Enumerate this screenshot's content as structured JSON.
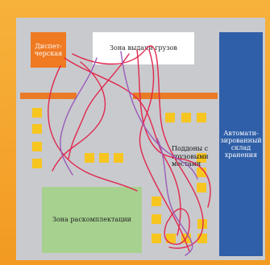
{
  "zones": {
    "dispatch": "Диспет-черская",
    "issue": "Зона выдачи грузов",
    "asrs": "Автомати-зированный склад хранения",
    "picking": "Зона раскомплектации"
  },
  "pallets_label": "Поддоны с грузовыми местами",
  "colors": {
    "frame": "#f29a22",
    "floor": "#c9cace",
    "dispatch": "#ef7a22",
    "asrs": "#2f5fa8",
    "picking": "#a7d18f",
    "pallet": "#f7c520",
    "route_red": "#e0284d",
    "route_purple": "#9a5cb8"
  }
}
